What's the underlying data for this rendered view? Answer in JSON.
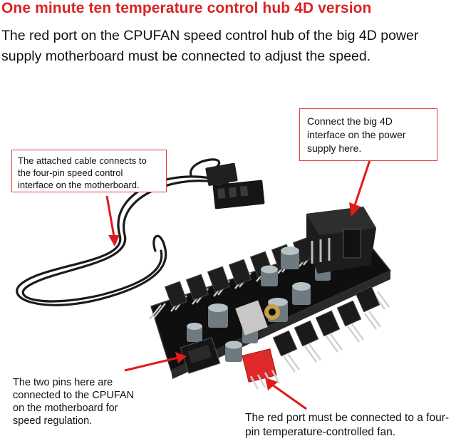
{
  "header": {
    "title": "One minute ten temperature control hub 4D version",
    "description": "The red port on the CPUFAN speed control hub of the big 4D power supply motherboard must be connected to adjust the speed."
  },
  "callouts": {
    "cable": "The attached cable connects to the four-pin speed control interface on the motherboard.",
    "power": "Connect the big 4D interface on the power supply here.",
    "two_pins": "The two pins here are connected to the CPUFAN on the motherboard for speed regulation.",
    "red_port": "The red port must be connected to a four-pin temperature-controlled fan."
  },
  "colors": {
    "accent_red": "#d92424",
    "pcb": "#1a1a1a",
    "connector_red": "#e02a2a"
  }
}
